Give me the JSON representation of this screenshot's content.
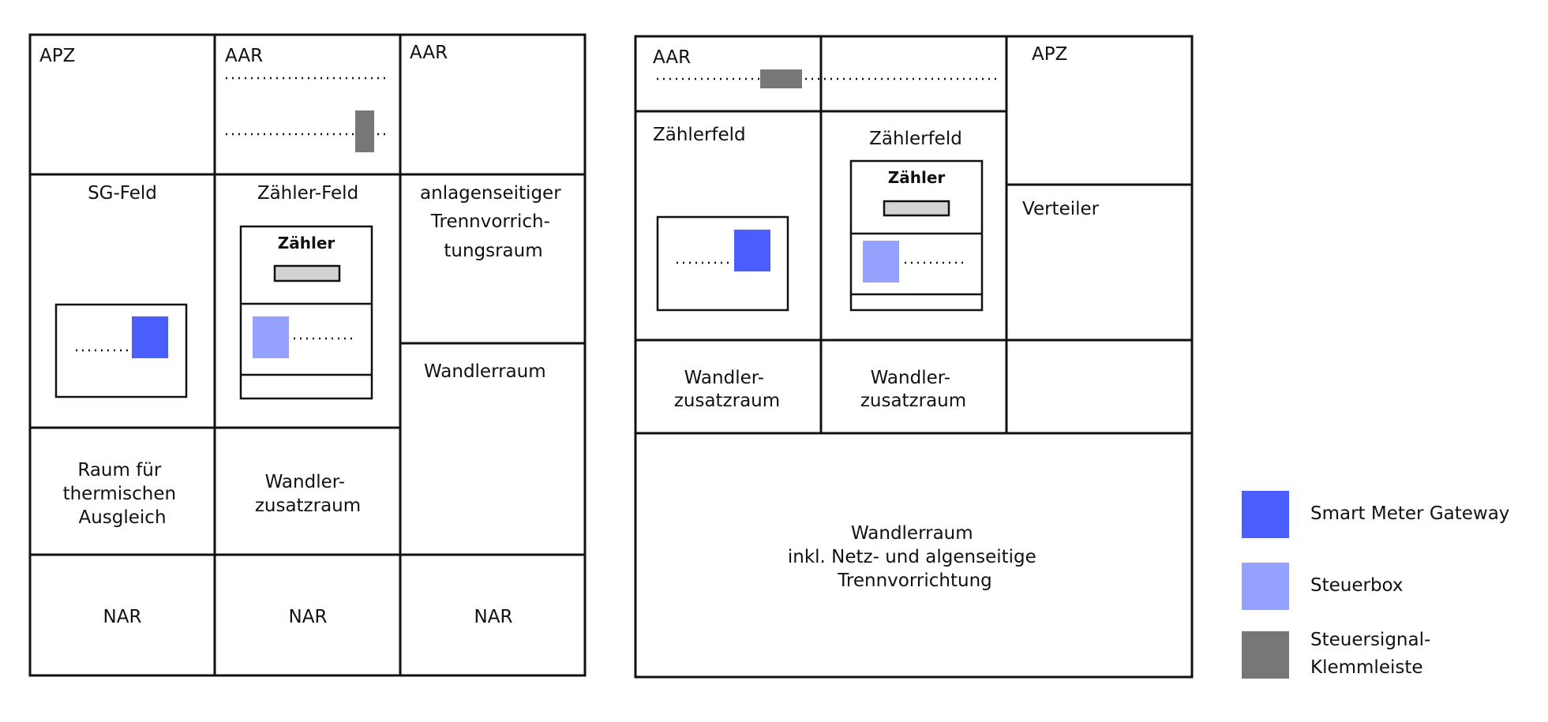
{
  "colors": {
    "smart_meter_gateway": "#4a5eff",
    "steuerbox": "#94a1ff",
    "klemmleiste": "#777777",
    "bar": "#d3d3d3",
    "line": "#111111"
  },
  "left": {
    "apz": "APZ",
    "aar1": "AAR",
    "aar2": "AAR",
    "sg_feld": "SG-Feld",
    "zaehler_feld": "Zähler-Feld",
    "zaehler": "Zähler",
    "trenn": [
      "anlagenseitiger",
      "Trennvorrich-",
      "tungsraum"
    ],
    "wandlerraum": "Wandlerraum",
    "raum_thermisch": [
      "Raum für",
      "thermischen",
      "Ausgleich"
    ],
    "wandler_zusatz": [
      "Wandler-",
      "zusatzraum"
    ],
    "nar1": "NAR",
    "nar2": "NAR",
    "nar3": "NAR"
  },
  "right": {
    "aar": "AAR",
    "apz": "APZ",
    "zaehlerfeld1": "Zählerfeld",
    "zaehlerfeld2": "Zählerfeld",
    "zaehler": "Zähler",
    "verteiler": "Verteiler",
    "wandler_zusatz1": [
      "Wandler-",
      "zusatzraum"
    ],
    "wandler_zusatz2": [
      "Wandler-",
      "zusatzraum"
    ],
    "wandlerraum": [
      "Wandlerraum",
      "inkl. Netz- und algenseitige",
      "Trennvorrichtung"
    ]
  },
  "legend": {
    "smart_meter_gateway": "Smart Meter Gateway",
    "steuerbox": "Steuerbox",
    "klemmleiste": [
      "Steuersignal-",
      "Klemmleiste"
    ]
  }
}
